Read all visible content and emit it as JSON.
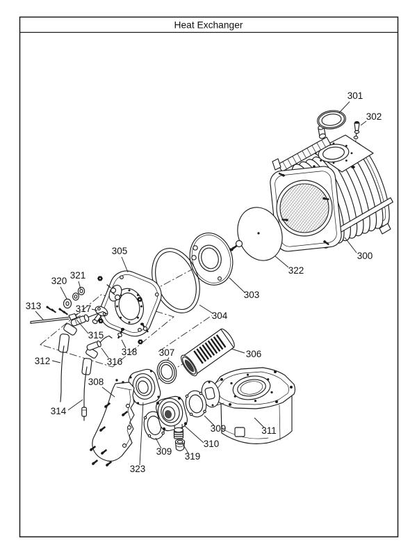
{
  "title": "Heat Exchanger",
  "labels": [
    "300",
    "301",
    "302",
    "303",
    "304",
    "305",
    "306",
    "307",
    "308",
    "309",
    "309",
    "310",
    "311",
    "312",
    "313",
    "314",
    "315",
    "316",
    "317",
    "318",
    "319",
    "320",
    "321",
    "322",
    "323"
  ],
  "colors": {
    "ink": "#1b1b1b",
    "background": "#ffffff"
  }
}
